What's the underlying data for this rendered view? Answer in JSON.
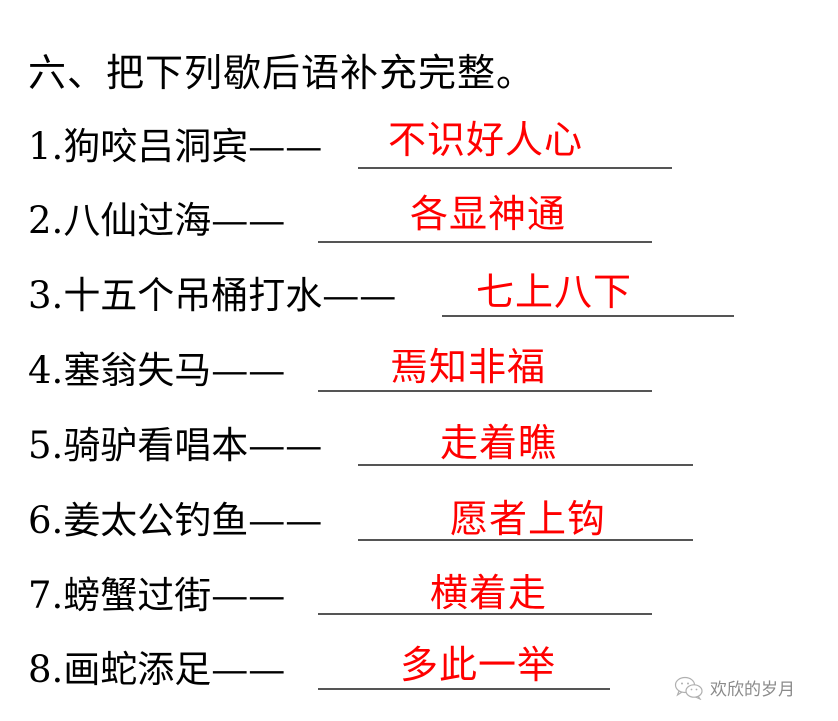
{
  "title": "六、把下列歇后语补充完整。",
  "questions": [
    {
      "number": "1.",
      "prompt": "狗咬吕洞宾——",
      "answer": "不识好人心"
    },
    {
      "number": "2.",
      "prompt": "八仙过海——",
      "answer": "各显神通"
    },
    {
      "number": "3.",
      "prompt": "十五个吊桶打水——",
      "answer": "七上八下"
    },
    {
      "number": "4.",
      "prompt": "塞翁失马——",
      "answer": "焉知非福"
    },
    {
      "number": "5.",
      "prompt": "骑驴看唱本——",
      "answer": "走着瞧"
    },
    {
      "number": "6.",
      "prompt": "姜太公钓鱼——",
      "answer": "愿者上钩"
    },
    {
      "number": "7.",
      "prompt": "螃蟹过街——",
      "answer": "横着走"
    },
    {
      "number": "8.",
      "prompt": "画蛇添足——",
      "answer": "多此一举"
    }
  ],
  "colors": {
    "answer": "#ff0000",
    "text": "#000000",
    "underline": "#555555",
    "watermark": "#8a8a8a"
  },
  "watermark": {
    "icon": "wechat-icon",
    "text": "欢欣的岁月"
  }
}
